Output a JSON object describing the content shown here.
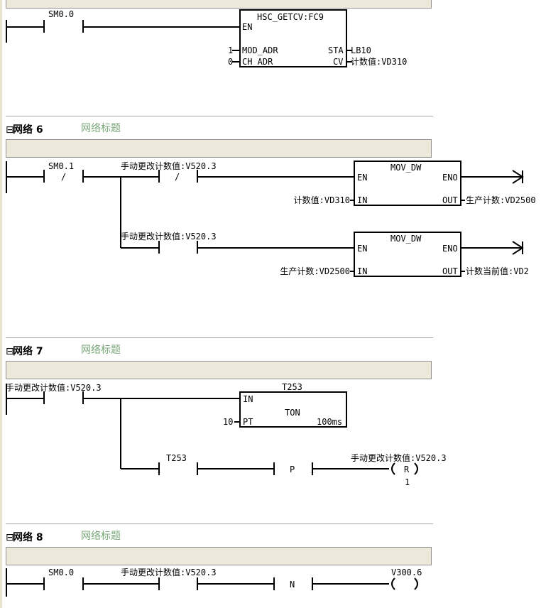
{
  "networks": {
    "n5": {
      "contact": "SM0.0",
      "block": {
        "title": "HSC_GETCV:FC9",
        "en": "EN",
        "pin1": "MOD_ADR",
        "pin2": "CH_ADR",
        "out1": "STA",
        "out2": "CV",
        "in1_val": "1",
        "in2_val": "0",
        "out1_val": "LB10",
        "out2_val": "计数值:VD310"
      }
    },
    "n6": {
      "header": "网络 6",
      "title": "网络标题",
      "c1": "SM0.1",
      "c1_sym": "/",
      "c2": "手动更改计数值:V520.3",
      "c2_sym": "/",
      "c3": "手动更改计数值:V520.3",
      "mov1": {
        "title": "MOV_DW",
        "en": "EN",
        "eno": "ENO",
        "in": "IN",
        "out": "OUT",
        "in_val": "计数值:VD310",
        "out_val": "生产计数:VD2500"
      },
      "mov2": {
        "title": "MOV_DW",
        "en": "EN",
        "eno": "ENO",
        "in": "IN",
        "out": "OUT",
        "in_val": "生产计数:VD2500",
        "out_val": "计数当前值:VD2"
      }
    },
    "n7": {
      "header": "网络 7",
      "title": "网络标题",
      "c1": "手动更改计数值:V520.3",
      "timer": {
        "name": "T253",
        "in": "IN",
        "type": "TON",
        "pt": "PT",
        "pt_val": "10",
        "res": "100ms"
      },
      "c2": "T253",
      "p": "P",
      "coil": "手动更改计数值:V520.3",
      "coil_sym": "R",
      "coil_n": "1"
    },
    "n8": {
      "header": "网络 8",
      "title": "网络标题",
      "c1": "SM0.0",
      "c2": "手动更改计数值:V520.3",
      "n": "N",
      "coil": "V300.6"
    }
  }
}
